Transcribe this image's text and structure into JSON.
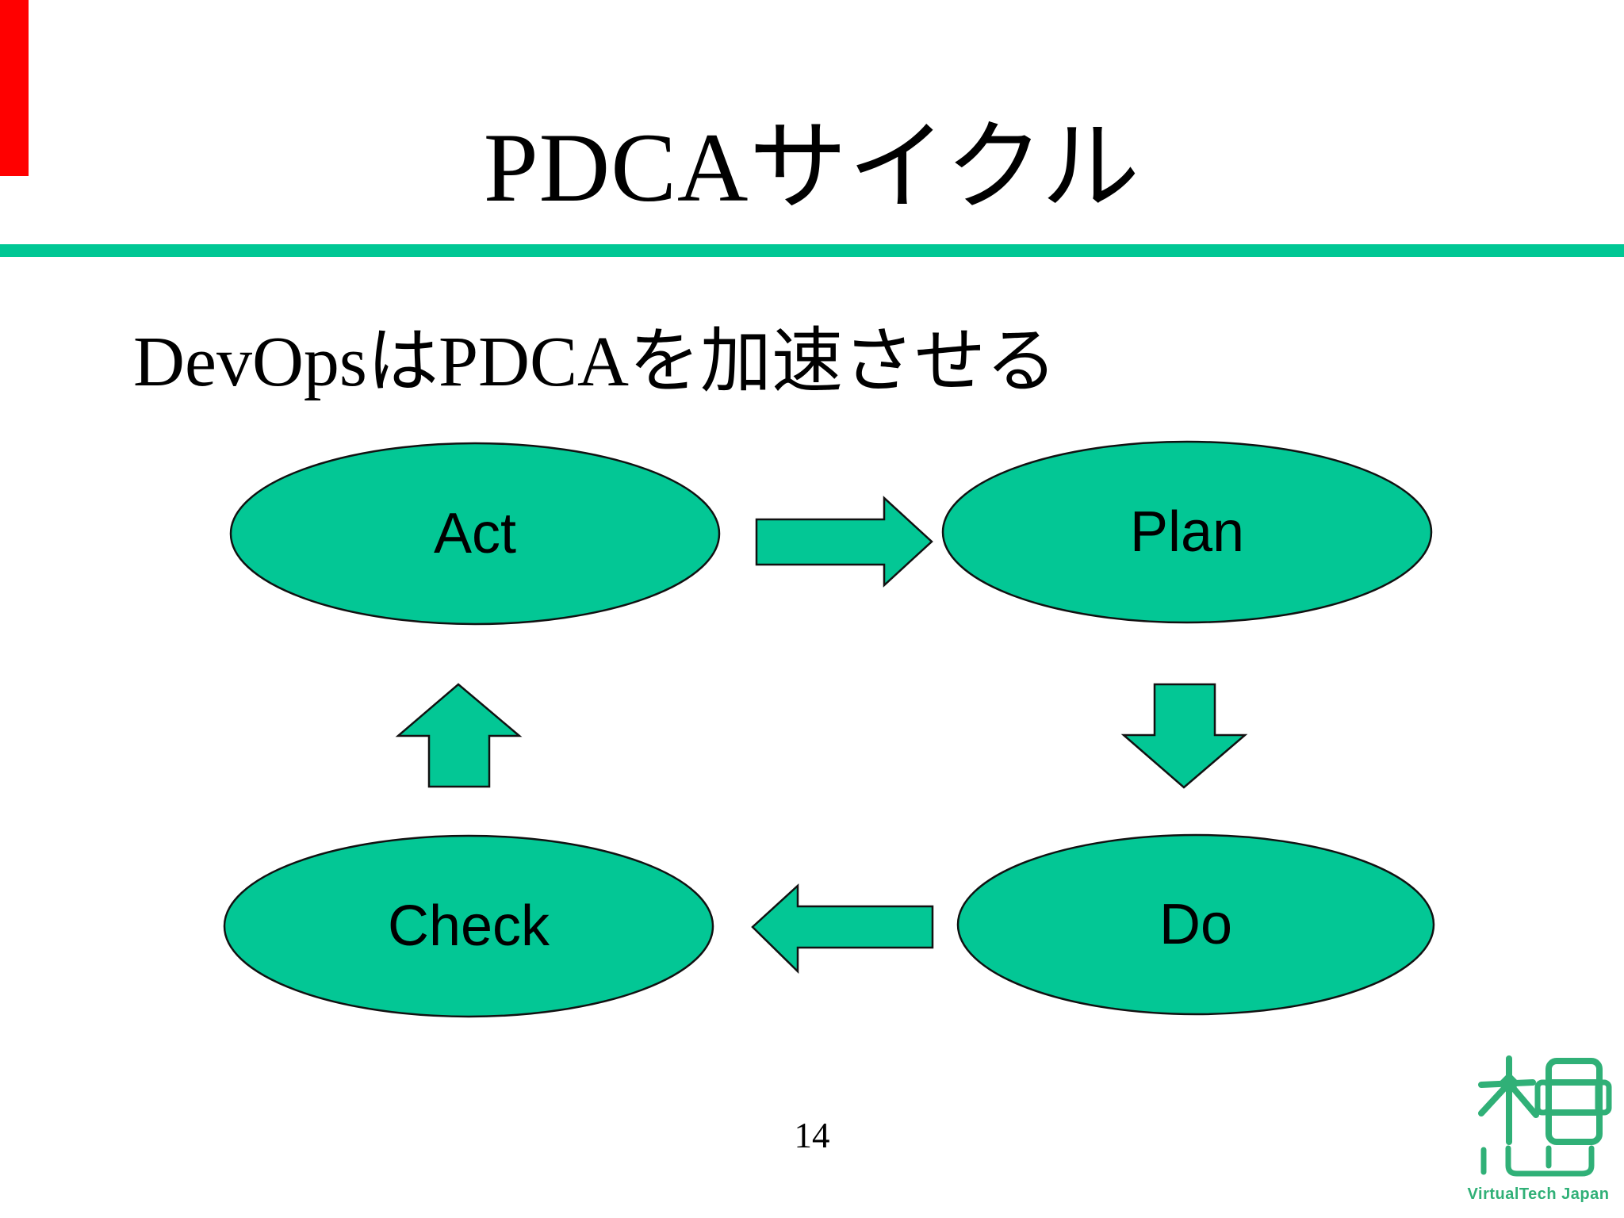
{
  "slide": {
    "title": "PDCAサイクル",
    "subtitle": "DevOpsはPDCAを加速させる",
    "page_number": "14",
    "colors": {
      "background": "#FFFFFF",
      "shape_fill": "#03C795",
      "shape_stroke": "#111111",
      "rule_green": "#00C794",
      "red_marker": "#FF0000",
      "logo_green": "#30B077",
      "text": "#000000"
    },
    "diagram": {
      "type": "cycle",
      "nodes": [
        {
          "id": "act",
          "label": "Act"
        },
        {
          "id": "plan",
          "label": "Plan"
        },
        {
          "id": "do",
          "label": "Do"
        },
        {
          "id": "check",
          "label": "Check"
        }
      ],
      "arrows": [
        {
          "from": "Act",
          "to": "Plan",
          "direction": "right"
        },
        {
          "from": "Plan",
          "to": "Do",
          "direction": "down"
        },
        {
          "from": "Do",
          "to": "Check",
          "direction": "left"
        },
        {
          "from": "Check",
          "to": "Act",
          "direction": "up"
        }
      ]
    },
    "logo": {
      "brand": "VirtualTech Japan"
    }
  }
}
